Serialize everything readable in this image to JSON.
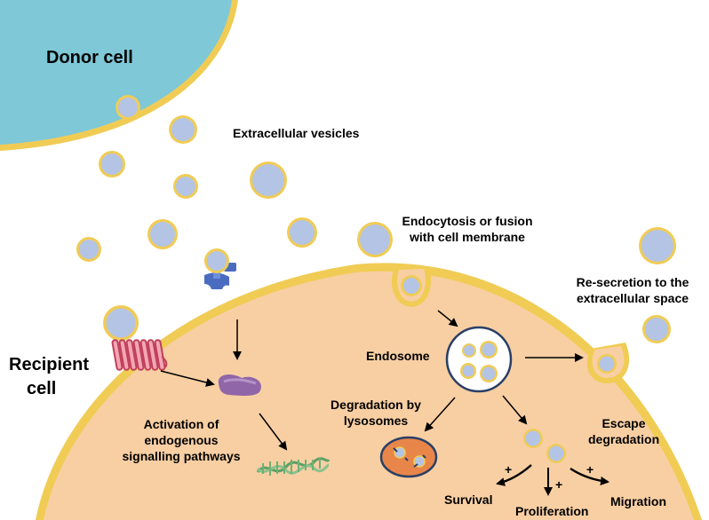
{
  "labels": {
    "donor_cell": "Donor cell",
    "extracellular_vesicles": "Extracellular vesicles",
    "endocytosis": [
      "Endocytosis or fusion",
      "with cell membrane"
    ],
    "resecretion": [
      "Re-secretion to the",
      "extracellular space"
    ],
    "recipient_cell": [
      "Recipient",
      "cell"
    ],
    "endosome": "Endosome",
    "degradation": [
      "Degradation by",
      "lysosomes"
    ],
    "escape": [
      "Escape",
      "degradation"
    ],
    "activation": [
      "Activation of",
      "endogenous",
      "signalling pathways"
    ],
    "survival": "Survival",
    "proliferation": "Proliferation",
    "migration": "Migration",
    "plus_sign": "+"
  },
  "colors": {
    "donor_cell_fill": "#7fc8d8",
    "recipient_cell_fill": "#f8cfa3",
    "membrane": "#f0cc55",
    "vesicle_fill": "#b4c4e4",
    "endosome_border": "#2a3f66",
    "lysosome_fill": "#e8864a",
    "receptor_purple": "#9a8ed0",
    "ligand_blue": "#4a6cc0",
    "protein_pink": "#e07a8a",
    "kinase_purple": "#9066a8",
    "dna_green": "#8ac28e"
  },
  "icons": [
    "vesicle-icon",
    "receptor-icon",
    "transmembrane-protein-icon",
    "signalling-protein-icon",
    "dna-strand-icon",
    "lysosome-icon",
    "arrow-icon"
  ]
}
